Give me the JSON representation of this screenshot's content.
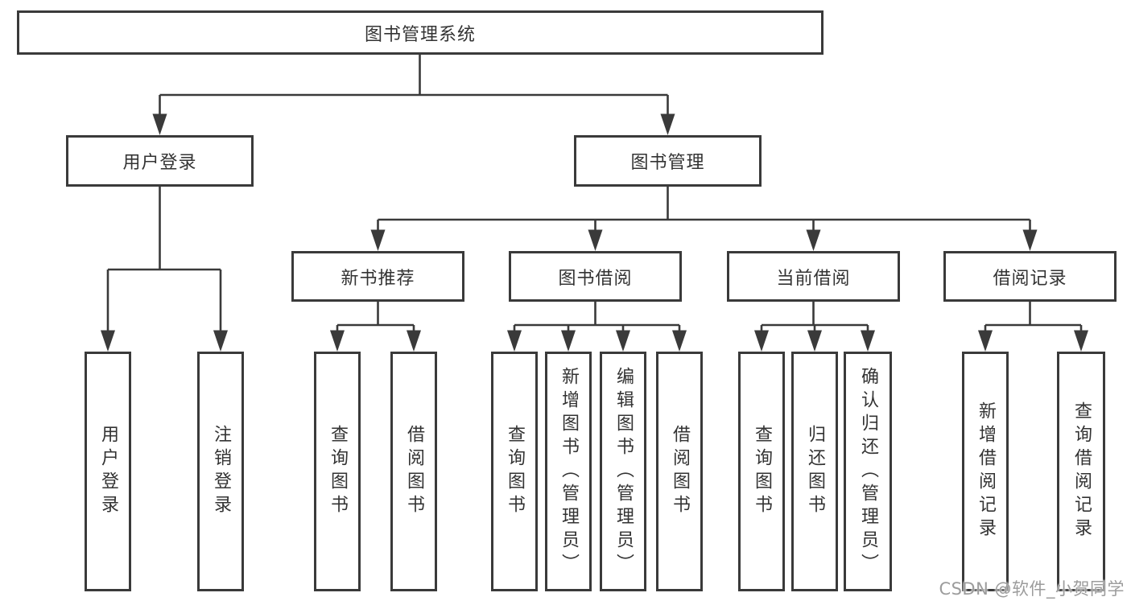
{
  "diagram": {
    "root": {
      "label": "图书管理系统",
      "children": [
        {
          "label": "用户登录",
          "children": [
            {
              "label": "用户登录"
            },
            {
              "label": "注销登录"
            }
          ]
        },
        {
          "label": "图书管理",
          "children": [
            {
              "label": "新书推荐",
              "children": [
                {
                  "label": "查询图书"
                },
                {
                  "label": "借阅图书"
                }
              ]
            },
            {
              "label": "图书借阅",
              "children": [
                {
                  "label": "查询图书"
                },
                {
                  "label": "新增图书（管理员）"
                },
                {
                  "label": "编辑图书（管理员）"
                },
                {
                  "label": "借阅图书"
                }
              ]
            },
            {
              "label": "当前借阅",
              "children": [
                {
                  "label": "查询图书"
                },
                {
                  "label": "归还图书"
                },
                {
                  "label": "确认归还（管理员）"
                }
              ]
            },
            {
              "label": "借阅记录",
              "children": [
                {
                  "label": "新增借阅记录"
                },
                {
                  "label": "查询借阅记录"
                }
              ]
            }
          ]
        }
      ]
    }
  },
  "watermark": {
    "text": "CSDN @软件_小贺同学"
  },
  "colors": {
    "line": "#3a3a3a",
    "box_border": "#3a3a3a",
    "text": "#333333",
    "background": "#ffffff",
    "watermark": "#9c9c9c"
  }
}
